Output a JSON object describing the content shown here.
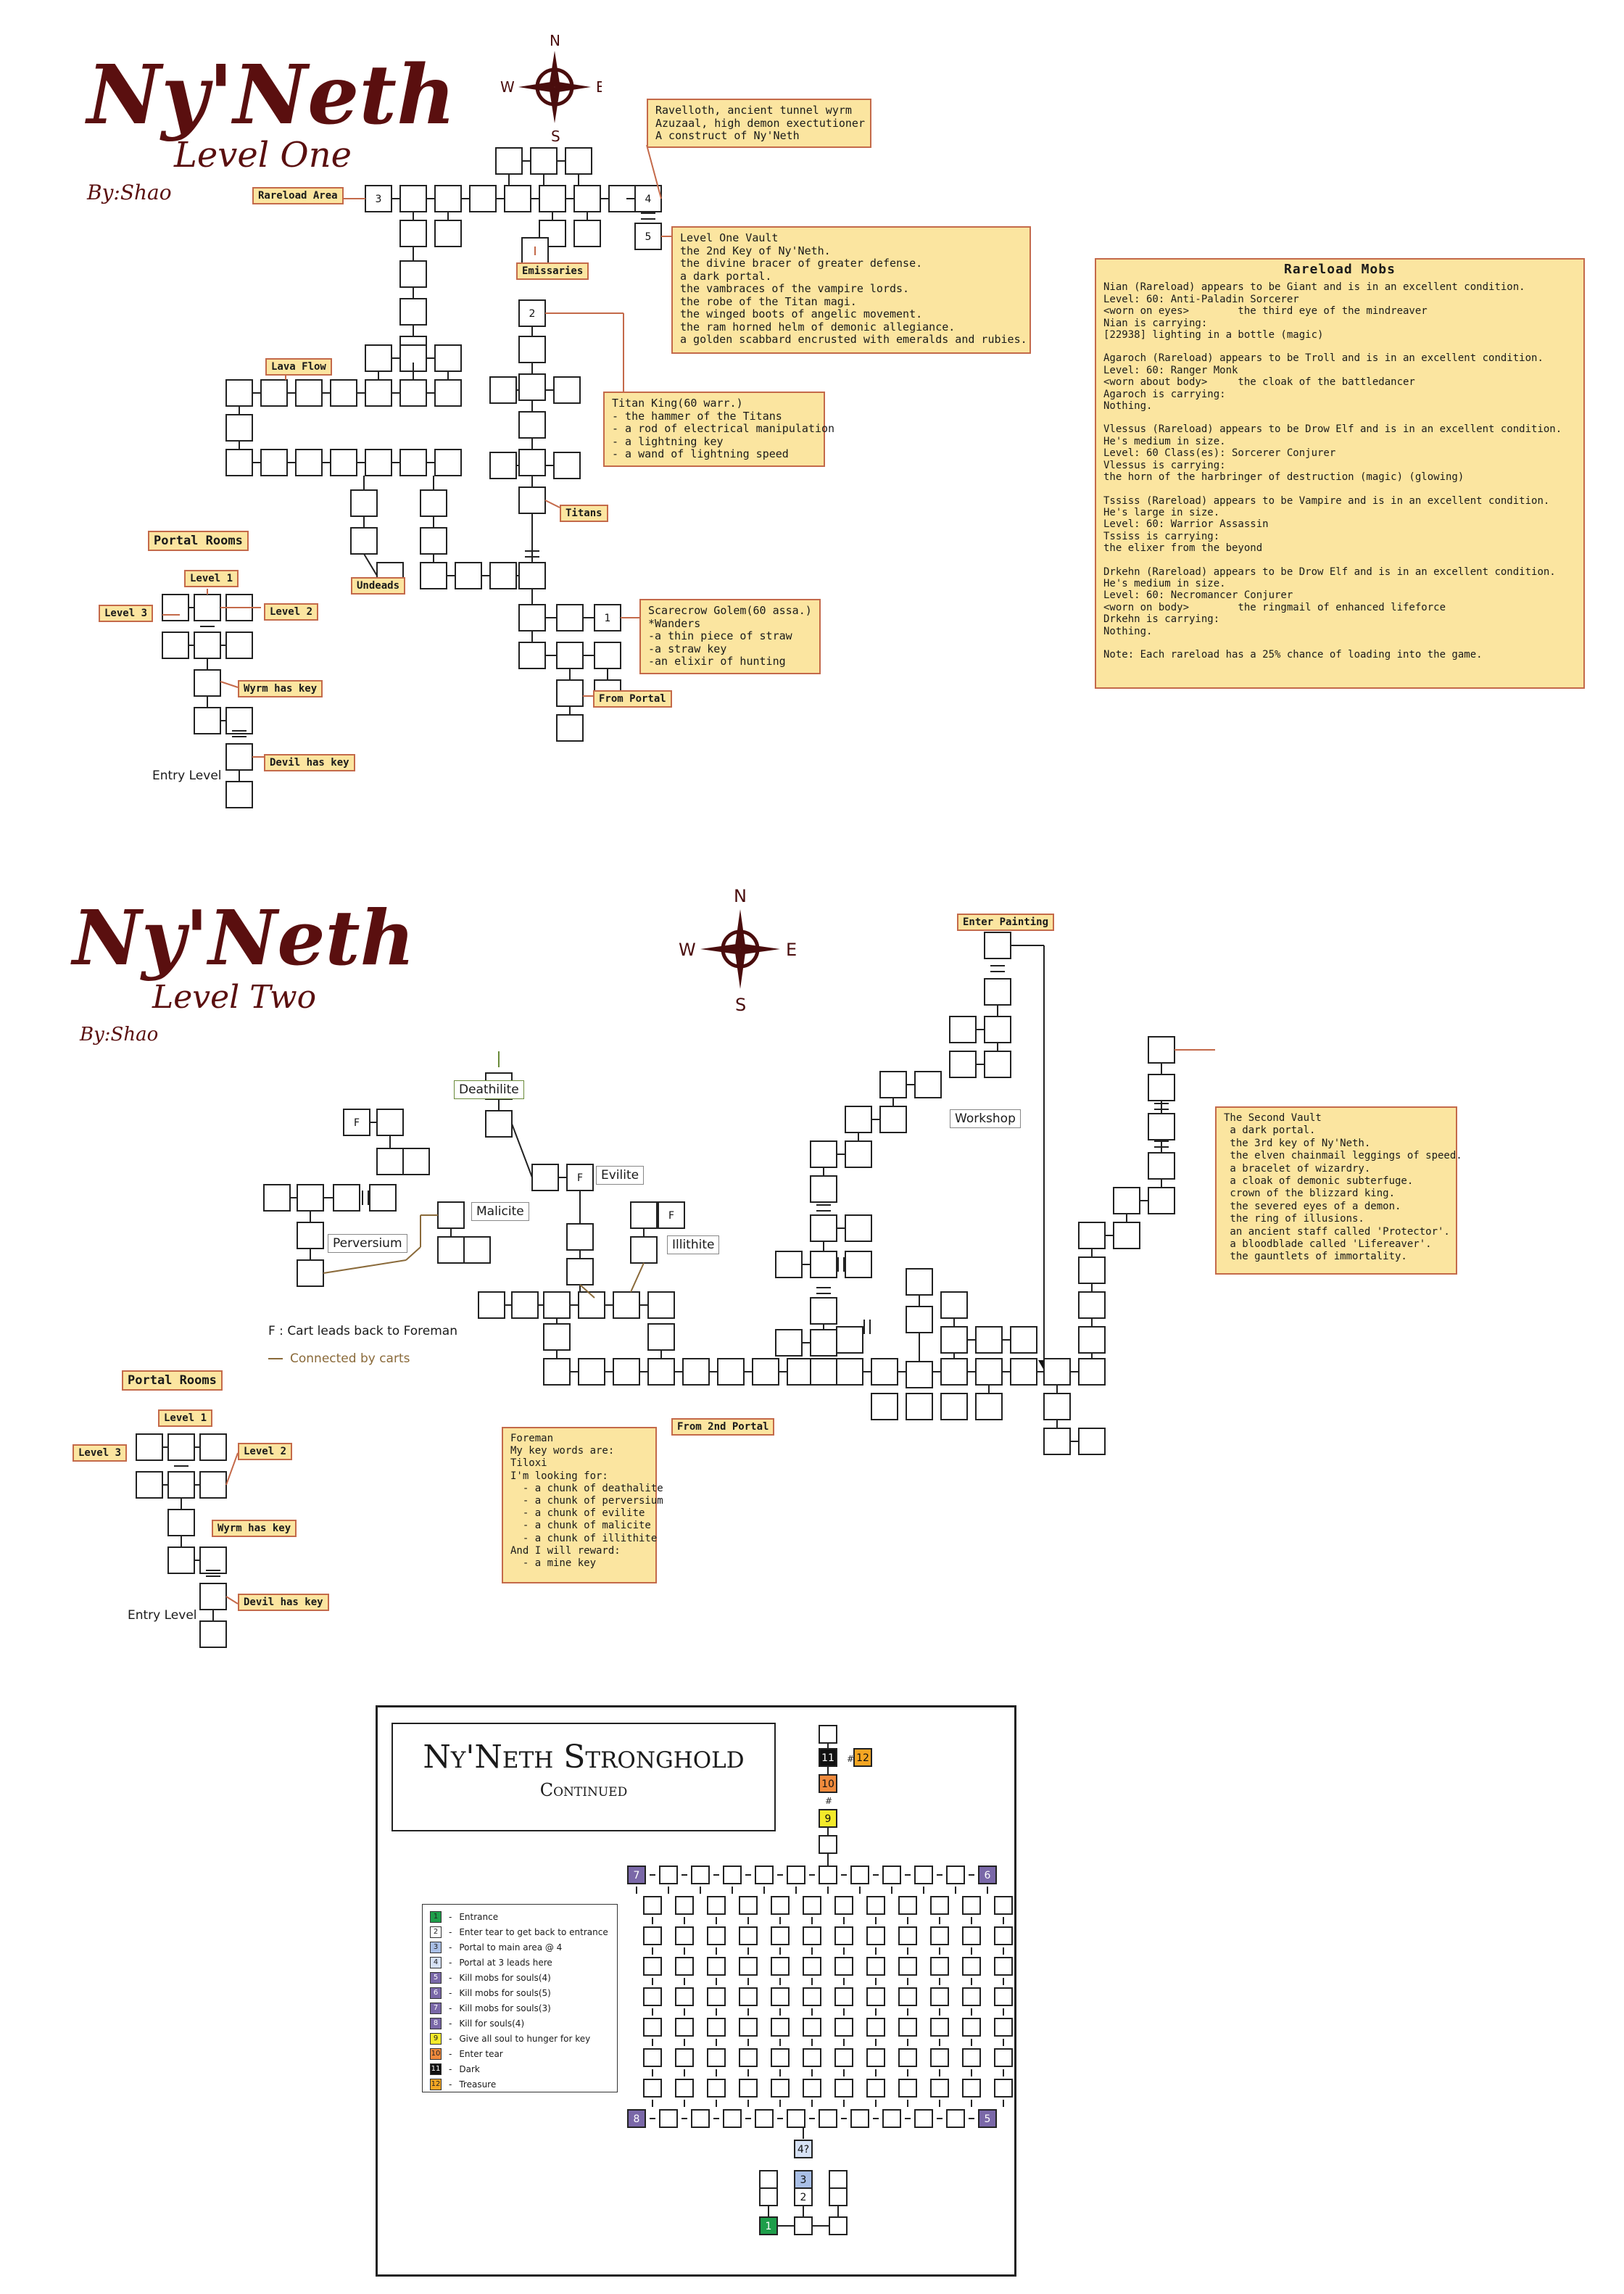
{
  "level_one": {
    "title": "Ny'Neth",
    "subtitle": "Level One",
    "author": "By:Shao",
    "compass": {
      "n": "N",
      "s": "S",
      "e": "E",
      "w": "W"
    },
    "tags": {
      "rareload_area": "Rareload Area",
      "emissaries": "Emissaries",
      "lava_flow": "Lava Flow",
      "titans": "Titans",
      "undeads": "Undeads",
      "from_portal": "From Portal",
      "portal_rooms": "Portal Rooms",
      "level1": "Level 1",
      "level2": "Level 2",
      "level3": "Level 3",
      "wyrm_has_key": "Wyrm has key",
      "devil_has_key": "Devil has key",
      "entry_level": "Entry Level"
    },
    "room_numbers": {
      "r1": "1",
      "r2": "2",
      "r3": "3",
      "r4": "4",
      "r5": "5"
    },
    "ravelloth_box": [
      "Ravelloth, ancient tunnel wyrm",
      "Azuzaal, high demon exectutioner",
      "A construct of Ny'Neth"
    ],
    "vault_box": [
      "Level One Vault",
      "the 2nd Key of Ny'Neth.",
      "the divine bracer of greater defense.",
      "a dark portal.",
      "the vambraces of the vampire lords.",
      "the robe of the Titan magi.",
      "the winged boots of angelic movement.",
      "the ram horned helm of demonic allegiance.",
      "a golden scabbard encrusted with emeralds and rubies."
    ],
    "titan_box": [
      "Titan King(60 warr.)",
      "- the hammer of the Titans",
      "- a rod of electrical manipulation",
      "- a lightning key",
      "- a wand of lightning speed"
    ],
    "golem_box": [
      "Scarecrow Golem(60 assa.)",
      "*Wanders",
      "-a thin piece of straw",
      "-a straw key",
      "-an elixir of hunting"
    ],
    "rareload": {
      "title": "Rareload Mobs",
      "lines": [
        "Nian (Rareload) appears to be Giant and is in an excellent condition.",
        "Level: 60: Anti-Paladin Sorcerer",
        "<worn on eyes>        the third eye of the mindreaver",
        "Nian is carrying:",
        "[22938] lighting in a bottle (magic)",
        "",
        "Agaroch (Rareload) appears to be Troll and is in an excellent condition.",
        "Level: 60: Ranger Monk",
        "<worn about body>     the cloak of the battledancer",
        "Agaroch is carrying:",
        "Nothing.",
        "",
        "Vlessus (Rareload) appears to be Drow Elf and is in an excellent condition.",
        "He's medium in size.",
        "Level: 60 Class(es): Sorcerer Conjurer",
        "Vlessus is carrying:",
        "the horn of the harbringer of destruction (magic) (glowing)",
        "",
        "Tssiss (Rareload) appears to be Vampire and is in an excellent condition.",
        "He's large in size.",
        "Level: 60: Warrior Assassin",
        "Tssiss is carrying:",
        "the elixer from the beyond",
        "",
        "Drkehn (Rareload) appears to be Drow Elf and is in an excellent condition.",
        "He's medium in size.",
        "Level: 60: Necromancer Conjurer",
        "<worn on body>        the ringmail of enhanced lifeforce",
        "Drkehn is carrying:",
        "Nothing.",
        "",
        "Note: Each rareload has a 25% chance of loading into the game."
      ]
    }
  },
  "level_two": {
    "title": "Ny'Neth",
    "subtitle": "Level Two",
    "author": "By:Shao",
    "compass": {
      "n": "N",
      "s": "S",
      "e": "E",
      "w": "W"
    },
    "tags": {
      "enter_painting": "Enter Painting",
      "deathilite": "Deathilite",
      "evilite": "Evilite",
      "malicite": "Malicite",
      "illithite": "Illithite",
      "perversium": "Perversium",
      "workshop": "Workshop",
      "from_2nd_portal": "From 2nd Portal",
      "portal_rooms": "Portal Rooms",
      "level1": "Level 1",
      "level2": "Level 2",
      "level3": "Level 3",
      "wyrm_has_key": "Wyrm has key",
      "devil_has_key": "Devil has key",
      "entry_level": "Entry Level",
      "f_label": "F"
    },
    "legend_cart": "F : Cart leads back to Foreman",
    "legend_connected": "Connected by carts",
    "vault_box": [
      "The Second Vault",
      " a dark portal.",
      " the 3rd key of Ny'Neth.",
      " the elven chainmail leggings of speed.",
      " a bracelet of wizardry.",
      " a cloak of demonic subterfuge.",
      " crown of the blizzard king.",
      " the severed eyes of a demon.",
      " the ring of illusions.",
      " an ancient staff called 'Protector'.",
      " a bloodblade called 'Lifereaver'.",
      " the gauntlets of immortality."
    ],
    "foreman_box": [
      "Foreman",
      "My key words are:",
      "Tiloxi",
      "I'm looking for:",
      "  - a chunk of deathalite",
      "  - a chunk of perversium",
      "  - a chunk of evilite",
      "  - a chunk of malicite",
      "  - a chunk of illithite",
      "And I will reward:",
      "  - a mine key"
    ]
  },
  "stronghold": {
    "title": "Ny'Neth Stronghold",
    "subtitle": "Continued",
    "legend": [
      {
        "num": "1",
        "text": "Entrance",
        "color": "#1e9e4a"
      },
      {
        "num": "2",
        "text": "Enter tear to get back to entrance",
        "color": "#ffffff"
      },
      {
        "num": "3",
        "text": "Portal to main area @ 4",
        "color": "#a9bfe6"
      },
      {
        "num": "4",
        "text": "Portal at 3 leads here",
        "color": "#d6e1f5"
      },
      {
        "num": "5",
        "text": "Kill mobs for souls(4)",
        "color": "#7a68a8"
      },
      {
        "num": "6",
        "text": "Kill mobs for souls(5)",
        "color": "#7a68a8"
      },
      {
        "num": "7",
        "text": "Kill mobs for souls(3)",
        "color": "#7a68a8"
      },
      {
        "num": "8",
        "text": "Kill for souls(4)",
        "color": "#7a68a8"
      },
      {
        "num": "9",
        "text": "Give all soul to hunger for key",
        "color": "#f3ea2a"
      },
      {
        "num": "10",
        "text": "Enter tear",
        "color": "#f08a3c"
      },
      {
        "num": "11",
        "text": "Dark",
        "color": "#111111"
      },
      {
        "num": "12",
        "text": "Treasure",
        "color": "#f5a623"
      }
    ],
    "cells": {
      "c1": "1",
      "c2": "2",
      "c3": "3",
      "c47": "4?",
      "c7": "7",
      "c6": "6",
      "c8": "8",
      "c5": "5",
      "c9": "9",
      "c10": "10",
      "c11": "11",
      "c12": "12",
      "hash": "#"
    }
  }
}
